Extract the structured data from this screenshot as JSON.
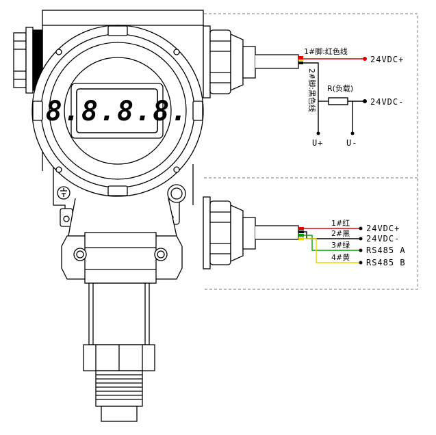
{
  "display": {
    "readout": "8.8.8.8."
  },
  "analog": {
    "wire1_label": "1#脚:红色线",
    "wire2_label": "2#脚:黑色线",
    "load_label": "R(负载)",
    "terminal_pos": "24VDC+",
    "terminal_neg": "24VDC-",
    "u_plus": "U+",
    "u_minus": "U-"
  },
  "rs485": {
    "wires": [
      {
        "label": "1#红",
        "terminal": "24VDC+",
        "color": "#e00000"
      },
      {
        "label": "2#黑",
        "terminal": "24VDC-",
        "color": "#000000"
      },
      {
        "label": "3#绿",
        "terminal": "RS485 A",
        "color": "#00a000"
      },
      {
        "label": "4#黄",
        "terminal": "RS485 B",
        "color": "#e8d800"
      }
    ]
  },
  "colors": {
    "red_dot": "#e00000",
    "line": "#000000",
    "dash": "#777777"
  }
}
